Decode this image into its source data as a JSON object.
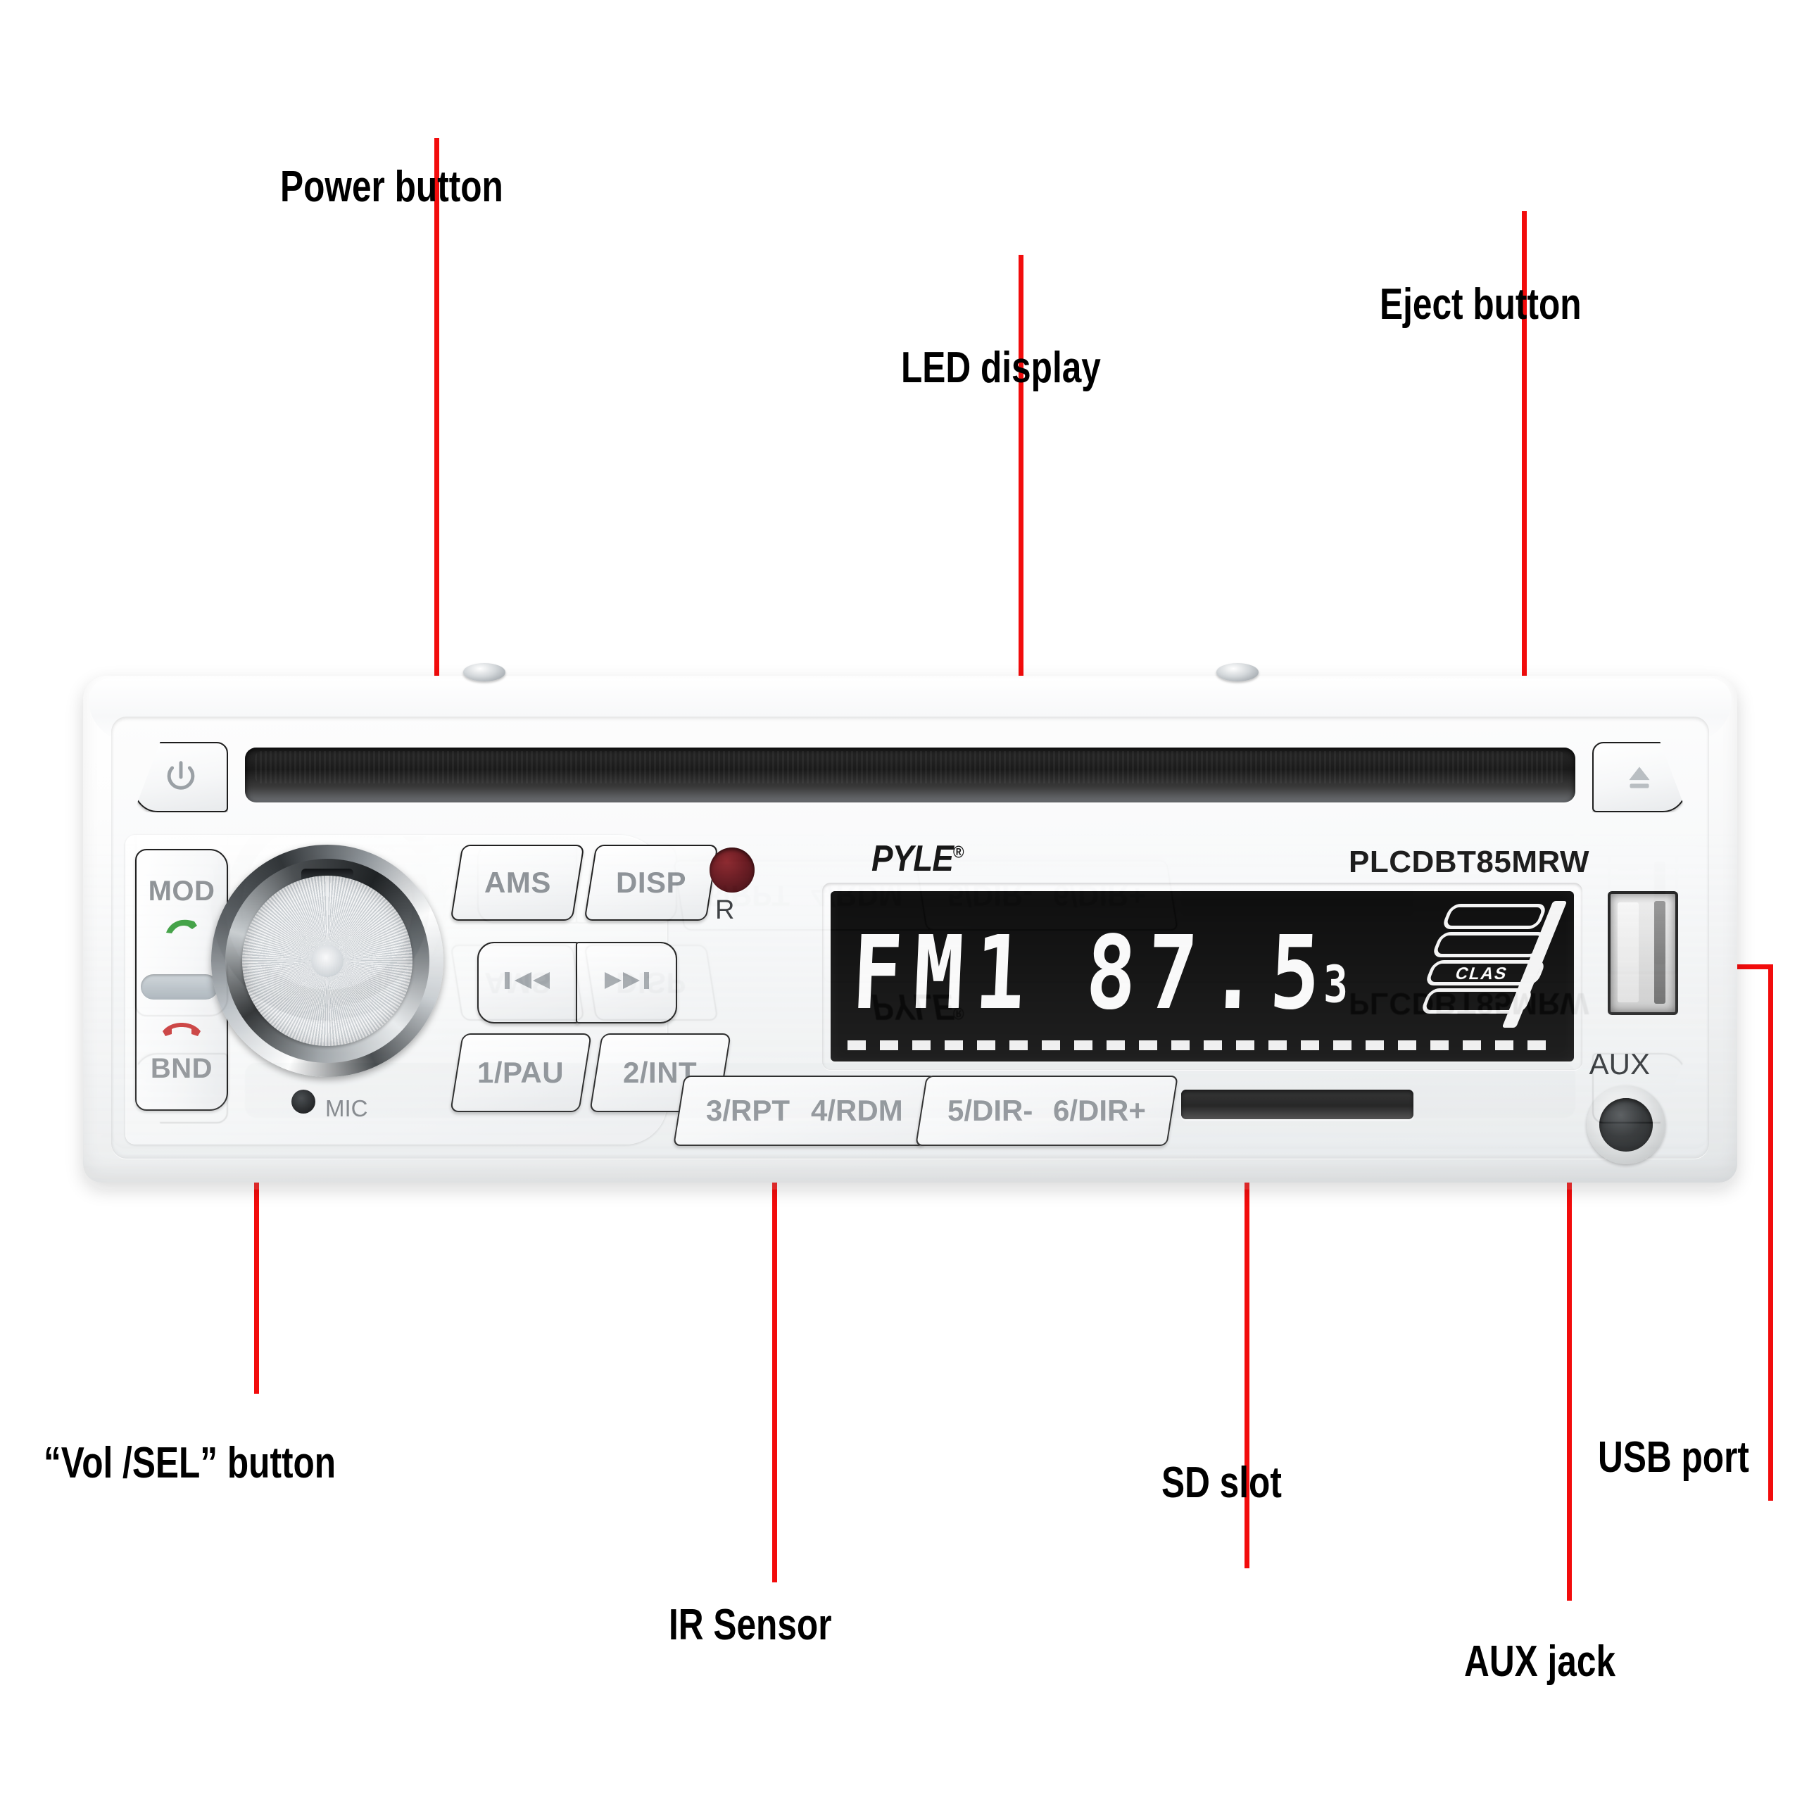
{
  "annotations": [
    {
      "key": "power",
      "label": "Power button"
    },
    {
      "key": "led",
      "label": "LED display"
    },
    {
      "key": "eject",
      "label": "Eject button"
    },
    {
      "key": "volsel",
      "label": "“Vol /SEL” button"
    },
    {
      "key": "ir",
      "label": "IR Sensor"
    },
    {
      "key": "sd",
      "label": "SD slot"
    },
    {
      "key": "aux",
      "label": "AUX jack"
    },
    {
      "key": "usb",
      "label": "USB port"
    }
  ],
  "device": {
    "brand": "PYLE",
    "brand_mark": "®",
    "model": "PLCDBT85MRW",
    "ir_label": "R",
    "mic_label": "MIC",
    "aux_label": "AUX",
    "mod_label": "MOD",
    "bnd_label": "BND",
    "call_icon": "⤵",
    "endcall_icon": "⤴",
    "buttons": {
      "ams": "AMS",
      "disp": "DISP",
      "prev": "⏮",
      "next": "⏭",
      "preset1": "1/PAU",
      "preset2": "2/INT",
      "preset3": "3/RPT",
      "preset4": "4/RDM",
      "preset5": "5/DIR-",
      "preset6": "6/DIR+"
    },
    "display": {
      "band": "FM1",
      "frequency": "87.5",
      "preset_number": "3",
      "eq_label": "CLAS"
    }
  },
  "colors": {
    "accent": "#f20c0c",
    "label_text": "#000000",
    "body_white": "#ffffff",
    "lcd_background": "#0a0a0a",
    "lcd_text": "#fafafa",
    "call_green": "#3fa043",
    "endcall_red": "#c93a3a",
    "ir_sensor": "#6a1b22"
  }
}
